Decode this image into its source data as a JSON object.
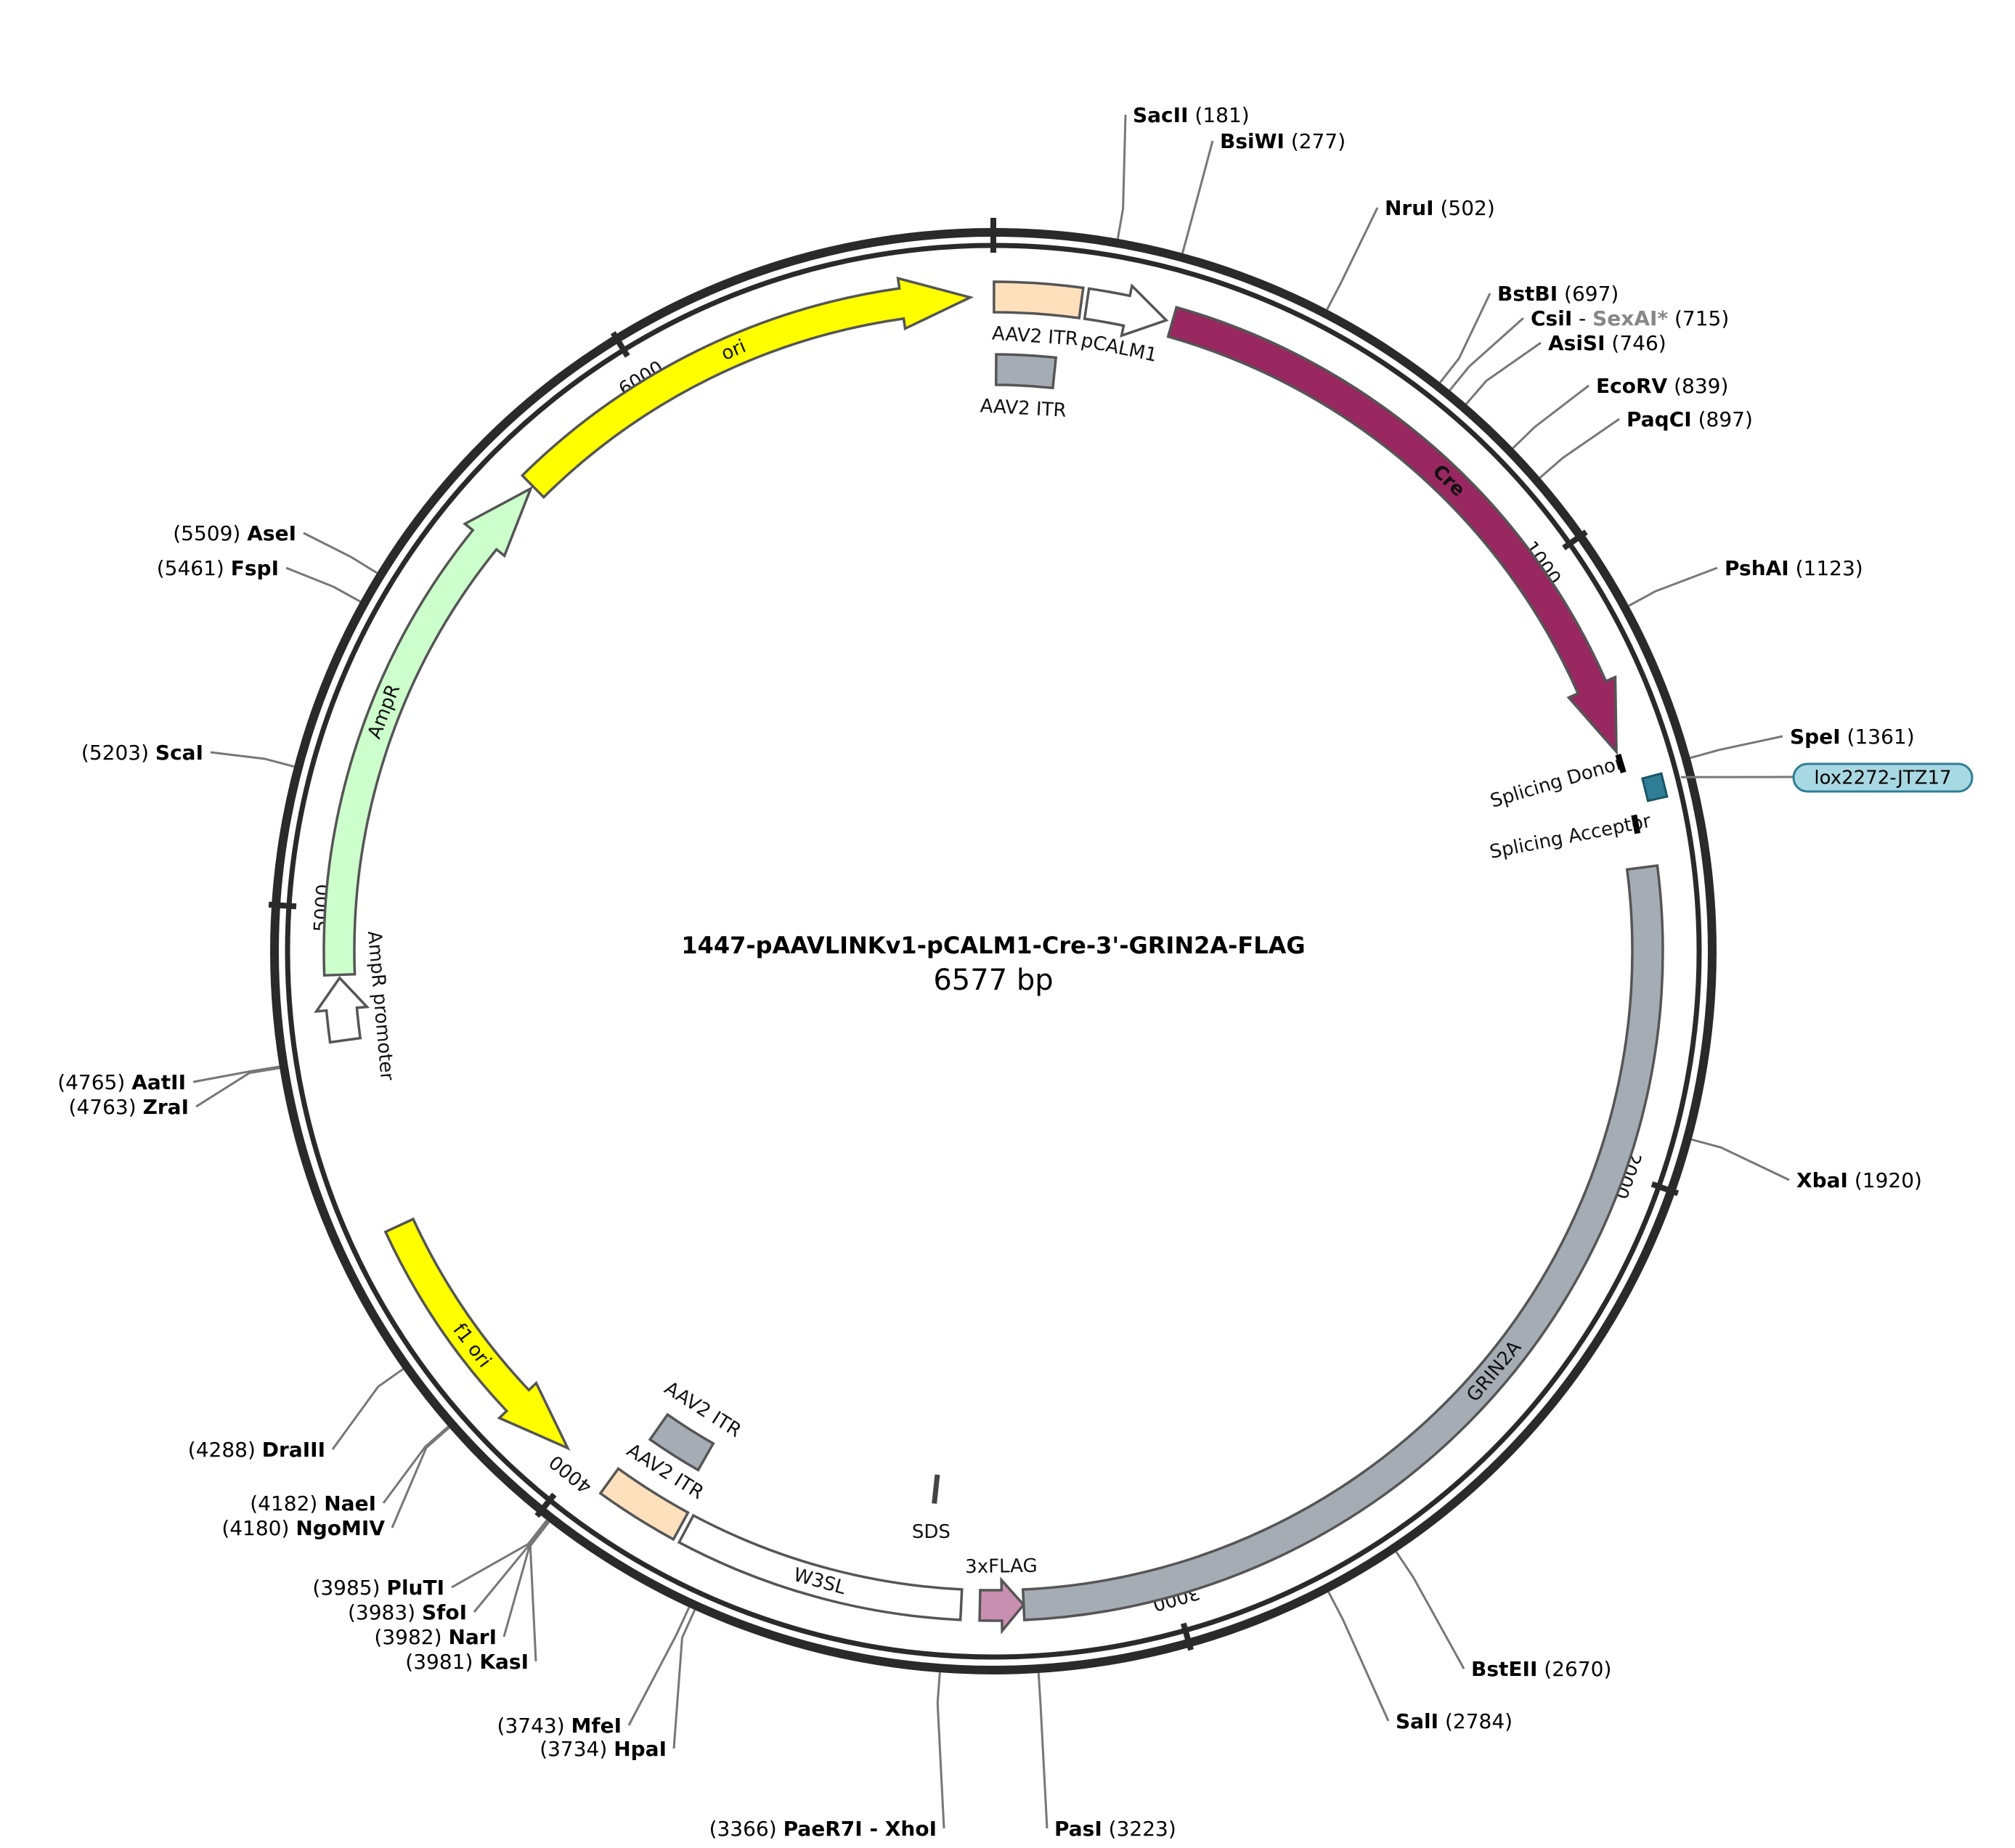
{
  "plasmid": {
    "name": "1447-pAAVLINKv1-pCALM1-Cre-3'-GRIN2A-FLAG",
    "length_label": "6577 bp",
    "length": 6577
  },
  "ticks": [
    {
      "pos": 1000,
      "label": "1000"
    },
    {
      "pos": 2000,
      "label": "2000"
    },
    {
      "pos": 3000,
      "label": "3000"
    },
    {
      "pos": 4000,
      "label": "4000"
    },
    {
      "pos": 5000,
      "label": "5000"
    },
    {
      "pos": 6000,
      "label": "6000"
    }
  ],
  "features": [
    {
      "id": "ori",
      "label": "ori",
      "start": 5760,
      "end": 6540,
      "strand": 1,
      "ring": "outer",
      "color": "#ffff00",
      "label_inside": true
    },
    {
      "id": "aav2-itr-top",
      "label": "AAV2 ITR",
      "start": 1,
      "end": 141,
      "strand": 0,
      "ring": "outer",
      "color": "#ffe0bd"
    },
    {
      "id": "pcalm1",
      "label": "pCALM1",
      "start": 150,
      "end": 280,
      "strand": 1,
      "ring": "outer",
      "color": "#ffffff"
    },
    {
      "id": "aav2-itr-inner",
      "label": "AAV2 ITR",
      "start": 5,
      "end": 110,
      "strand": 0,
      "ring": "inner",
      "color": "#a5acb3"
    },
    {
      "id": "cre",
      "label": "Cre",
      "start": 290,
      "end": 1320,
      "strand": 1,
      "ring": "outer",
      "color": "#98285f",
      "label_inside": true,
      "label_color": "#ffffff"
    },
    {
      "id": "grin2a",
      "label": "GRIN2A",
      "start": 1510,
      "end": 3240,
      "strand": 0,
      "ring": "outer",
      "color": "#a5acb3",
      "label_inside": true
    },
    {
      "id": "flag3x",
      "label": "3xFLAG",
      "start": 3240,
      "end": 3310,
      "strand": -1,
      "ring": "outer",
      "color": "#c98fb0"
    },
    {
      "id": "w3sl",
      "label": "W3SL",
      "start": 3340,
      "end": 3800,
      "strand": 0,
      "ring": "outer",
      "color": "#ffffff",
      "label_inside": true
    },
    {
      "id": "aav2-itr-bottom",
      "label": "AAV2 ITR",
      "start": 3810,
      "end": 3945,
      "strand": 0,
      "ring": "outer",
      "color": "#ffe0bd"
    },
    {
      "id": "aav2-itr-inner-bottom",
      "label": "AAV2 ITR",
      "start": 3830,
      "end": 3930,
      "strand": 0,
      "ring": "inner",
      "color": "#a5acb3"
    },
    {
      "id": "f1-ori",
      "label": "f1 ori",
      "start": 4030,
      "end": 4480,
      "strand": -1,
      "ring": "outer",
      "color": "#ffff00",
      "label_inside": true
    },
    {
      "id": "ampr-promoter",
      "label": "AmpR promoter",
      "start": 4790,
      "end": 4890,
      "strand": 1,
      "ring": "outer",
      "color": "#ffffff"
    },
    {
      "id": "ampr",
      "label": "AmpR",
      "start": 4895,
      "end": 5755,
      "strand": 1,
      "ring": "outer",
      "color": "#ccffcc",
      "label_inside": true
    }
  ],
  "elements": [
    {
      "id": "splicing-donor",
      "label": "Splicing Donor",
      "pos": 1340
    },
    {
      "id": "splicing-acceptor",
      "label": "Splicing Acceptor",
      "pos": 1440
    },
    {
      "id": "sds",
      "label": "SDS",
      "pos": 3400
    }
  ],
  "sites": [
    {
      "name": "SacII",
      "pos": 181,
      "side": "right"
    },
    {
      "name": "BsiWI",
      "pos": 277,
      "side": "right"
    },
    {
      "name": "NruI",
      "pos": 502,
      "side": "right"
    },
    {
      "name": "BstBI",
      "pos": 697,
      "side": "right"
    },
    {
      "name": "CsiI",
      "extra": "SexAI*",
      "pos": 715,
      "side": "right"
    },
    {
      "name": "AsiSI",
      "pos": 746,
      "side": "right"
    },
    {
      "name": "EcoRV",
      "pos": 839,
      "side": "right"
    },
    {
      "name": "PaqCI",
      "pos": 897,
      "side": "right"
    },
    {
      "name": "PshAI",
      "pos": 1123,
      "side": "right"
    },
    {
      "name": "SpeI",
      "pos": 1361,
      "side": "right"
    },
    {
      "name": "XbaI",
      "pos": 1920,
      "side": "right"
    },
    {
      "name": "BstEII",
      "pos": 2670,
      "side": "right"
    },
    {
      "name": "SalI",
      "pos": 2784,
      "side": "right"
    },
    {
      "name": "PasI",
      "pos": 3223,
      "side": "right"
    },
    {
      "name": "PaeR7I - XhoI",
      "pos": 3366,
      "side": "left"
    },
    {
      "name": "MfeI",
      "pos": 3743,
      "side": "left"
    },
    {
      "name": "HpaI",
      "pos": 3734,
      "side": "left"
    },
    {
      "name": "PluTI",
      "pos": 3985,
      "side": "left"
    },
    {
      "name": "SfoI",
      "pos": 3983,
      "side": "left"
    },
    {
      "name": "NarI",
      "pos": 3982,
      "side": "left"
    },
    {
      "name": "KasI",
      "pos": 3981,
      "side": "left"
    },
    {
      "name": "NgoMIV",
      "pos": 4180,
      "side": "left"
    },
    {
      "name": "NaeI",
      "pos": 4182,
      "side": "left"
    },
    {
      "name": "DraIII",
      "pos": 4288,
      "side": "left"
    },
    {
      "name": "ZraI",
      "pos": 4763,
      "side": "left"
    },
    {
      "name": "AatII",
      "pos": 4765,
      "side": "left"
    },
    {
      "name": "ScaI",
      "pos": 5203,
      "side": "left"
    },
    {
      "name": "FspI",
      "pos": 5461,
      "side": "left"
    },
    {
      "name": "AseI",
      "pos": 5509,
      "side": "left"
    }
  ],
  "primer": {
    "label": "lox2272-JTZ17",
    "pos": 1390,
    "color": "#a8d8e2"
  },
  "colors": {
    "backbone": "#2a2a2a",
    "leader": "#777777",
    "extra_site": "#888888"
  }
}
